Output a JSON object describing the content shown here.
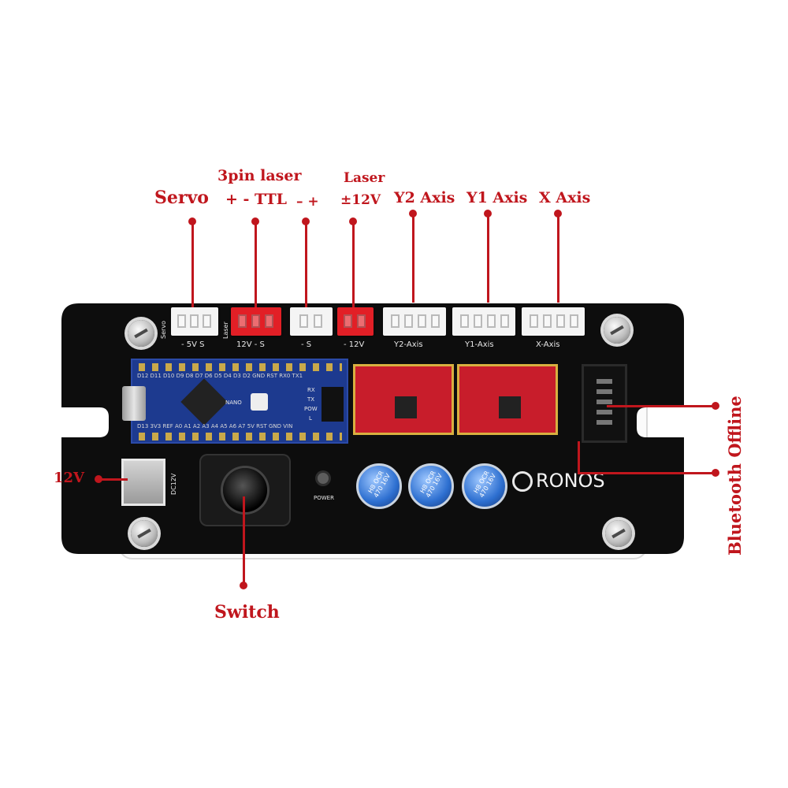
{
  "labels": {
    "servo": "Servo",
    "laser3pin": "3pin laser",
    "laser3pin_pins": "+ - TTL",
    "minus_plus": "– +",
    "laser": "Laser",
    "laser_12v": "±12V",
    "y2_axis": "Y2 Axis",
    "y1_axis": "Y1 Axis",
    "x_axis": "X Axis",
    "bluetooth_offline": "Bluetooth Offline",
    "power_12v": "12V",
    "switch": "Switch"
  },
  "board_silkscreen": {
    "servo_port": "Servo",
    "servo_pins": "- 5V S",
    "laser_port": "Laser",
    "laser_pins": "12V - S",
    "fan_pins": "- S",
    "laser12v_pins": "- 12V",
    "y2_port": "Y2-Axis",
    "y1_port": "Y1-Axis",
    "x_port": "X-Axis",
    "dc_jack": "DC12V",
    "power_led": "POWER",
    "nano_label": "NANO",
    "nano_top_pins": "D12 D11 D10 D9 D8 D7 D6 D5 D4 D3 D2 GND RST RX0 TX1",
    "nano_bottom_pins": "D13 3V3 REF A0 A1 A2 A3 A4 A5 A6 A7 5V RST GND VIN",
    "nano_leds": [
      "RX",
      "TX",
      "POW",
      "L"
    ],
    "capacitor_text": "H8 OCR 470 16V",
    "brand": "RONOS"
  },
  "colors": {
    "annotation": "#c0161d",
    "board": "#0d0d0d",
    "nano": "#1d3a8f",
    "driver": "#c81d2b"
  }
}
